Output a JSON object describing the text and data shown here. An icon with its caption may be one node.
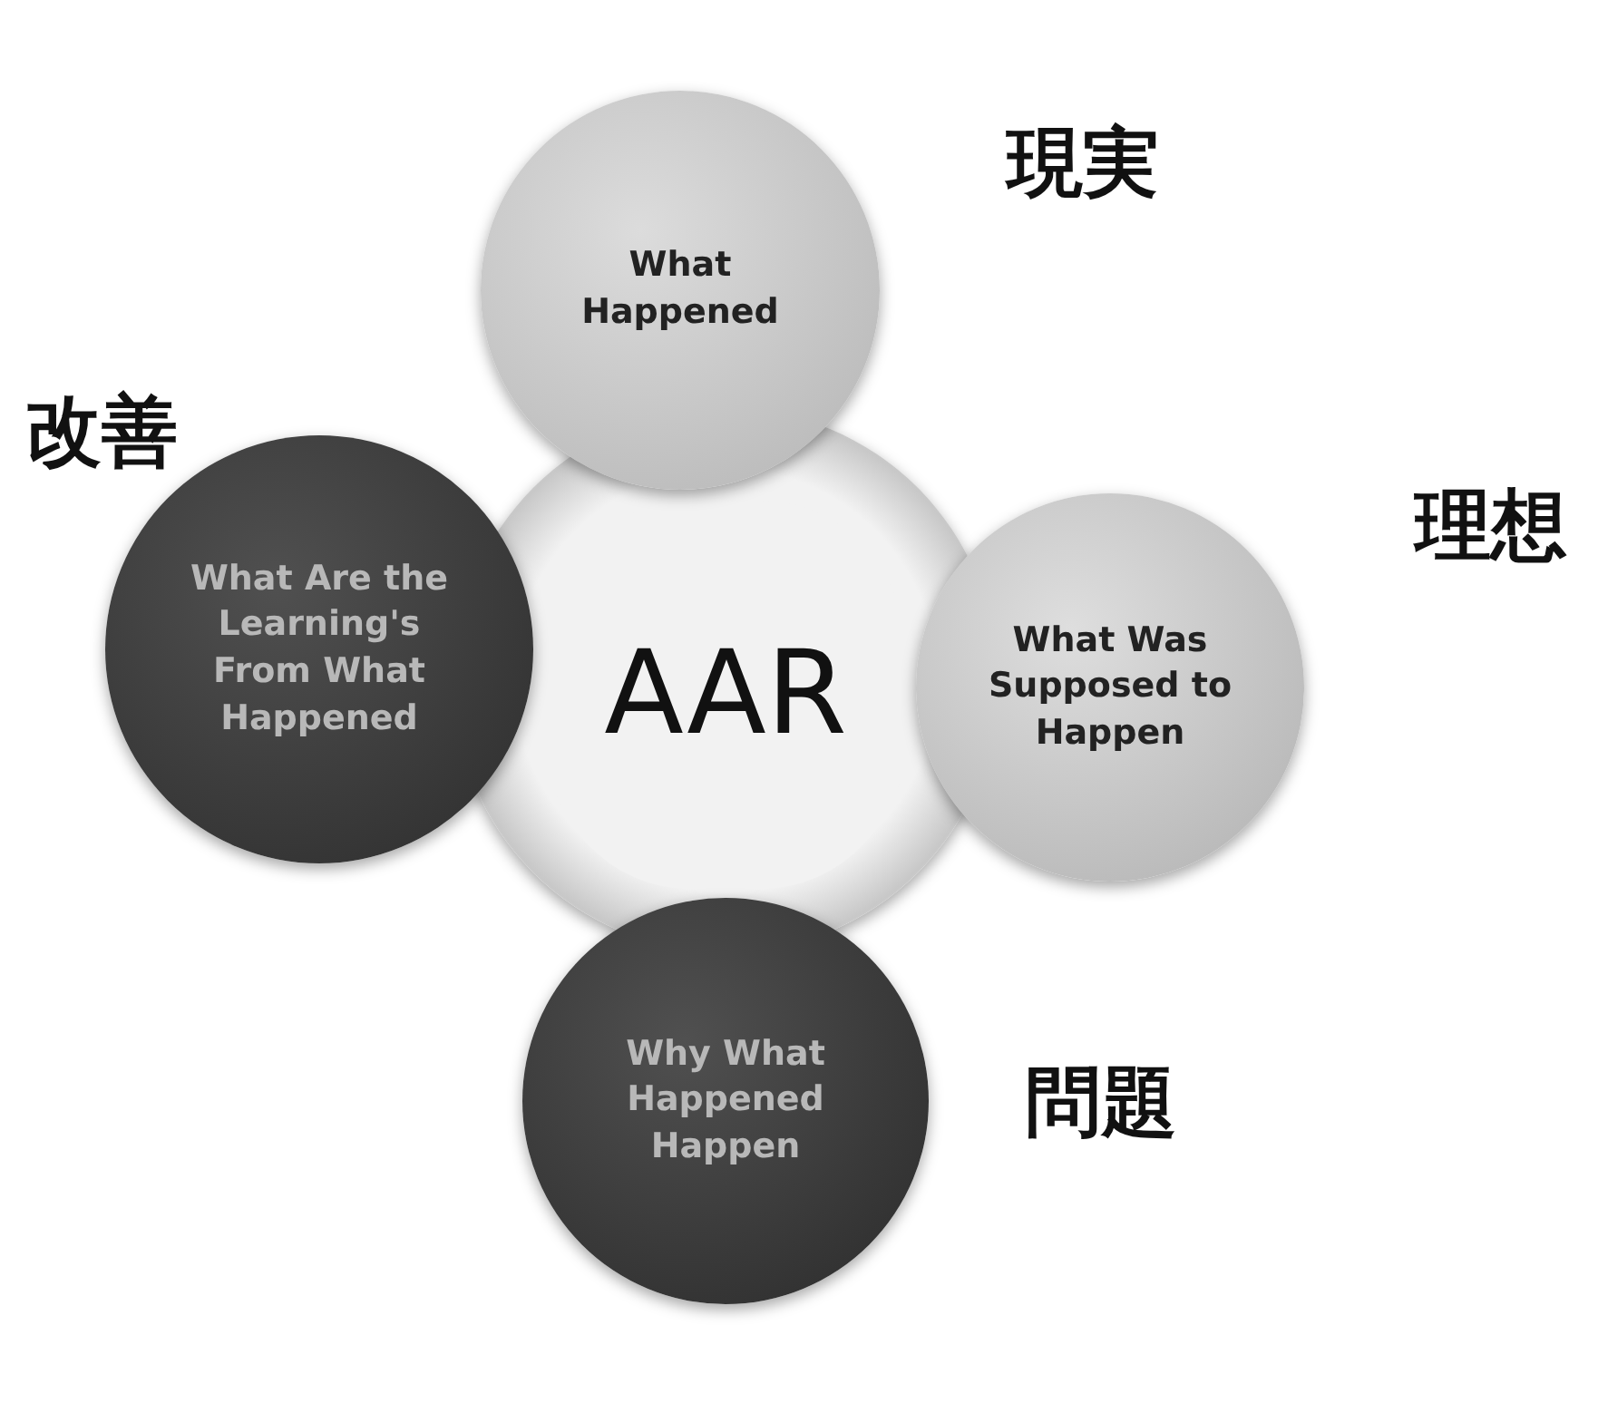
{
  "diagram": {
    "nodes": [
      {
        "text": [
          "What Happened"
        ],
        "beside": [
          "現実"
        ]
      },
      {
        "text": [
          "AAR"
        ]
      },
      {
        "text": [
          "What Are the Learning's From What Happened"
        ],
        "beside": [
          "改善"
        ]
      },
      {
        "text": [
          "What Was Supposed to Happen"
        ],
        "beside": [
          "理想"
        ]
      },
      {
        "text": [
          "Why What Happened Happen"
        ],
        "beside": [
          "問題"
        ]
      }
    ]
  }
}
